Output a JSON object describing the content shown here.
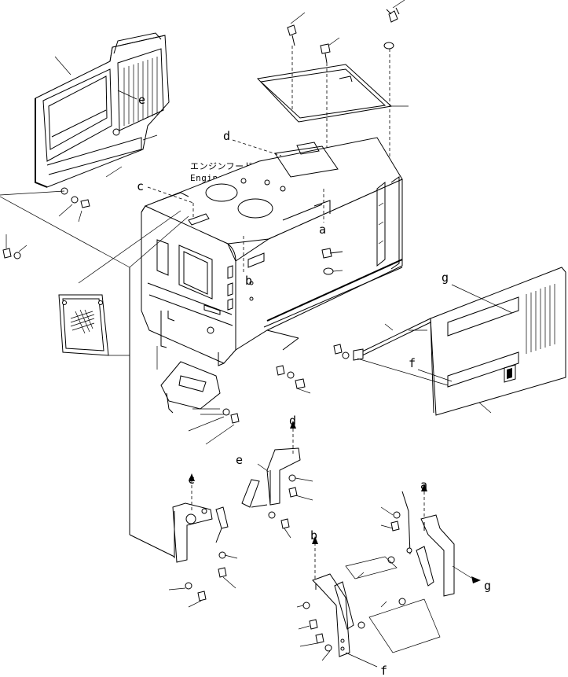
{
  "title": {
    "japanese": "エンジンフード",
    "english": "Engine Hood"
  },
  "callouts": {
    "a": "a",
    "b": "b",
    "c": "c",
    "d": "d",
    "e": "e",
    "f": "f",
    "g": "g"
  },
  "colors": {
    "line": "#000000",
    "background": "#ffffff"
  }
}
